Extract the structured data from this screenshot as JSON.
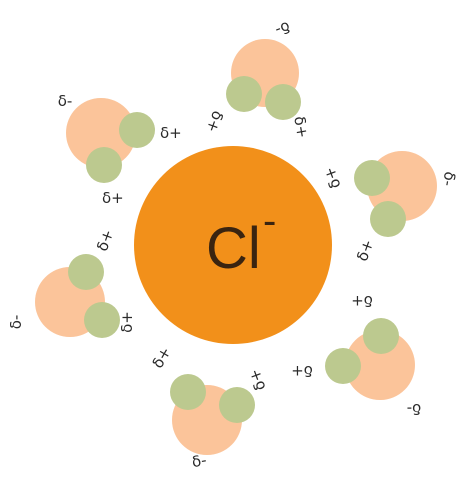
{
  "ion": {
    "symbol": "Cl",
    "charge": "-"
  },
  "labels": {
    "partial_negative": "δ-",
    "partial_positive": "δ+"
  },
  "colors": {
    "ion_fill": "#f2901a",
    "oxygen_fill": "#fbc49a",
    "hydrogen_fill": "#bcc98f",
    "text": "#2a2a2a"
  }
}
